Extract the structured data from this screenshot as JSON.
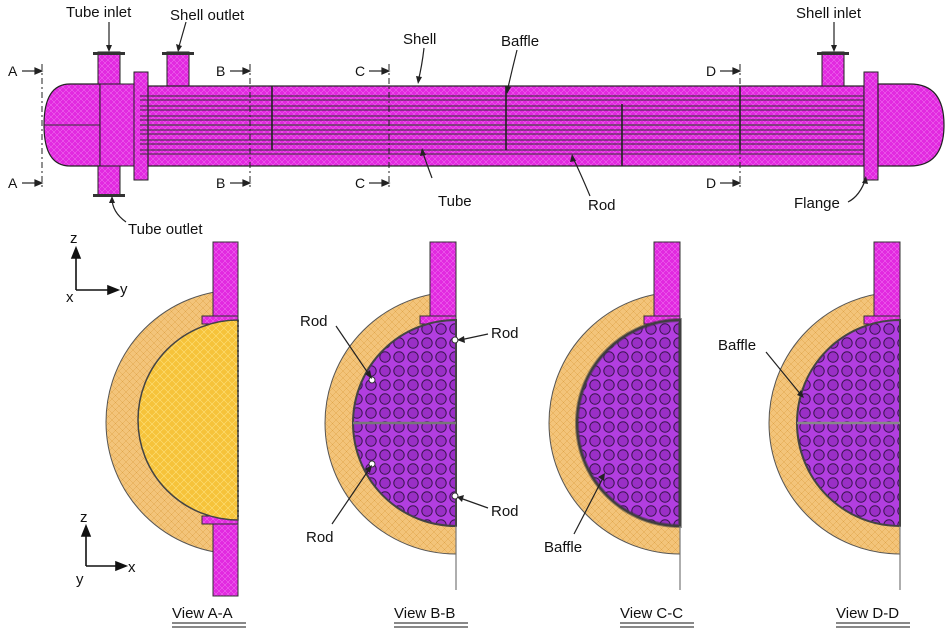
{
  "labels": {
    "tube_inlet": "Tube inlet",
    "shell_outlet": "Shell outlet",
    "shell": "Shell",
    "baffle": "Baffle",
    "shell_inlet": "Shell inlet",
    "tube": "Tube",
    "rod": "Rod",
    "tube_outlet": "Tube outlet",
    "flange": "Flange"
  },
  "sections": {
    "a": "A",
    "b": "B",
    "c": "C",
    "d": "D"
  },
  "axes": {
    "z": "z",
    "y": "y",
    "x": "x"
  },
  "views": {
    "aa": "View A-A",
    "bb": "View B-B",
    "cc": "View C-C",
    "dd": "View D-D"
  },
  "colors": {
    "mesh_magenta": "#e020e0",
    "shell_orange": "#f0c070",
    "head_yellow": "#f4c23c",
    "tube_purple": "#a030c8",
    "outline": "#222222"
  }
}
